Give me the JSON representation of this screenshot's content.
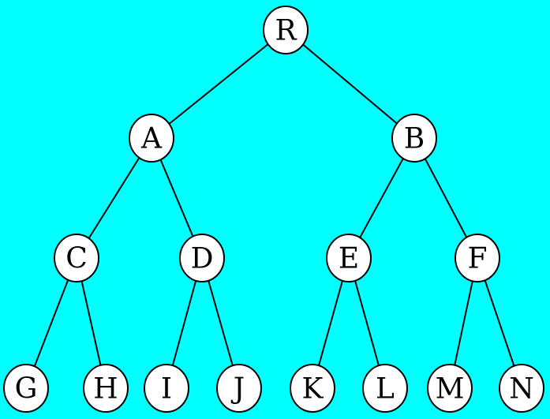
{
  "colors": {
    "background": "#00ffff",
    "node_fill": "#ffffff",
    "stroke": "#000000"
  },
  "tree": {
    "nodes": [
      {
        "id": "R",
        "label": "R"
      },
      {
        "id": "A",
        "label": "A"
      },
      {
        "id": "B",
        "label": "B"
      },
      {
        "id": "C",
        "label": "C"
      },
      {
        "id": "D",
        "label": "D"
      },
      {
        "id": "E",
        "label": "E"
      },
      {
        "id": "F",
        "label": "F"
      },
      {
        "id": "G",
        "label": "G"
      },
      {
        "id": "H",
        "label": "H"
      },
      {
        "id": "I",
        "label": "I"
      },
      {
        "id": "J",
        "label": "J"
      },
      {
        "id": "K",
        "label": "K"
      },
      {
        "id": "L",
        "label": "L"
      },
      {
        "id": "M",
        "label": "M"
      },
      {
        "id": "N",
        "label": "N"
      }
    ],
    "edges": [
      [
        "R",
        "A"
      ],
      [
        "R",
        "B"
      ],
      [
        "A",
        "C"
      ],
      [
        "A",
        "D"
      ],
      [
        "B",
        "E"
      ],
      [
        "B",
        "F"
      ],
      [
        "C",
        "G"
      ],
      [
        "C",
        "H"
      ],
      [
        "D",
        "I"
      ],
      [
        "D",
        "J"
      ],
      [
        "E",
        "K"
      ],
      [
        "E",
        "L"
      ],
      [
        "F",
        "M"
      ],
      [
        "F",
        "N"
      ]
    ]
  }
}
